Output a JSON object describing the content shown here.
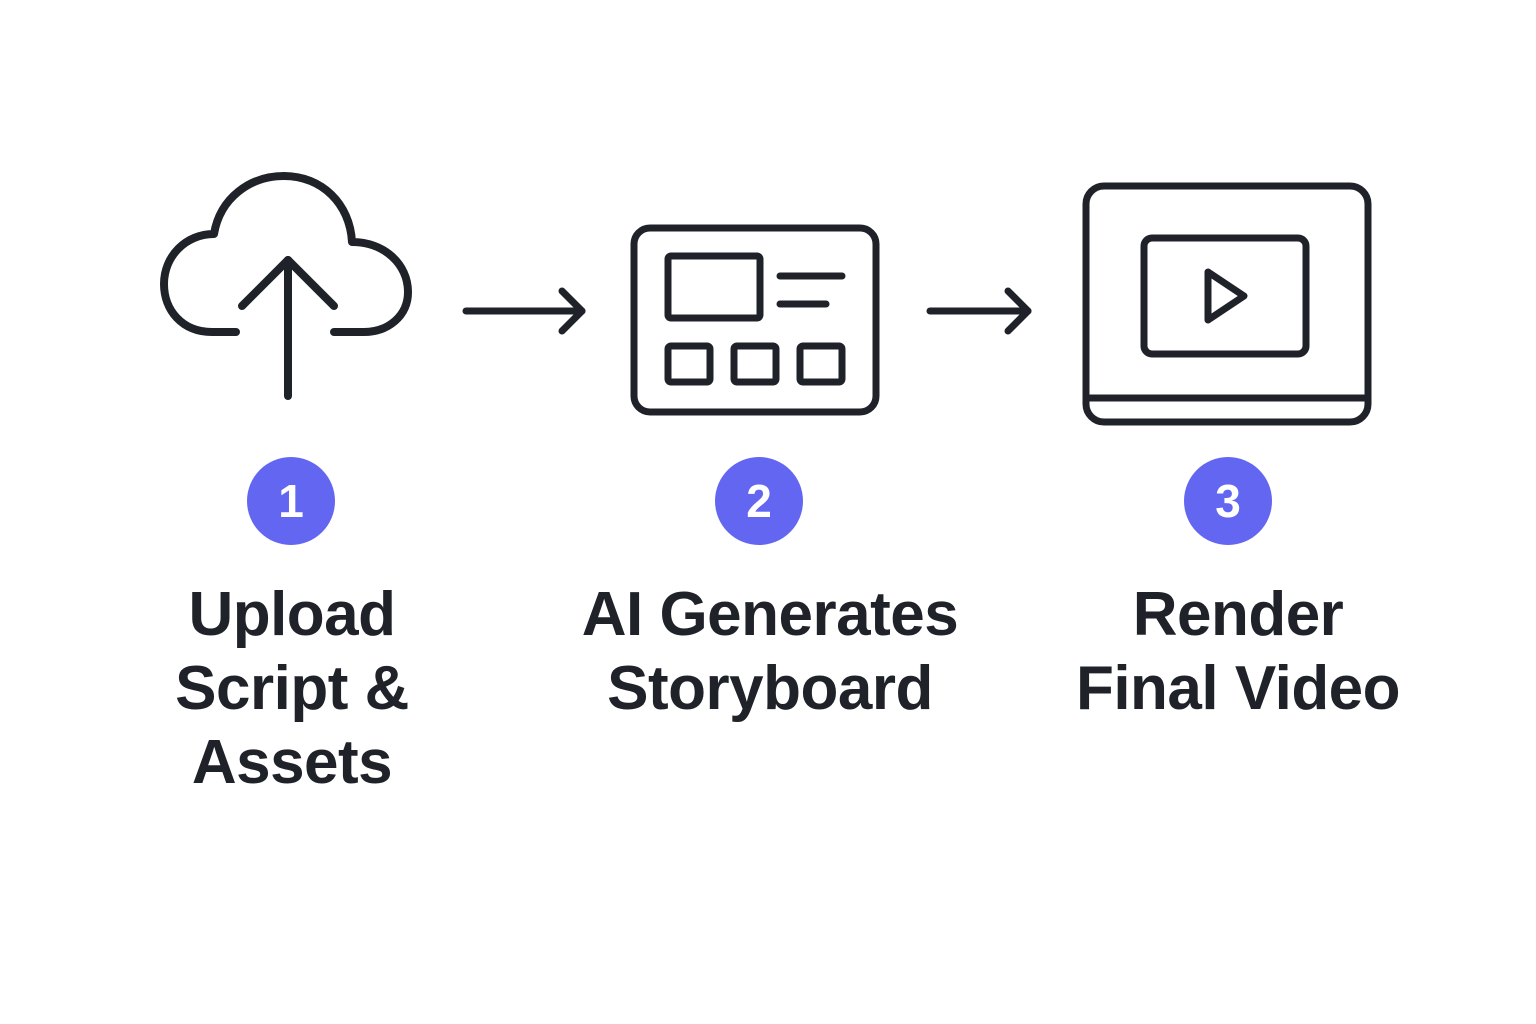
{
  "colors": {
    "badge": "#6366f1",
    "stroke": "#1f2329",
    "text": "#1f2329",
    "background": "#ffffff"
  },
  "steps": [
    {
      "number": "1",
      "icon": "cloud-upload-icon",
      "label_lines": [
        "Upload",
        "Script &",
        "Assets"
      ]
    },
    {
      "number": "2",
      "icon": "storyboard-icon",
      "label_lines": [
        "AI Generates",
        "Storyboard"
      ]
    },
    {
      "number": "3",
      "icon": "video-player-icon",
      "label_lines": [
        "Render",
        "Final Video"
      ]
    }
  ]
}
